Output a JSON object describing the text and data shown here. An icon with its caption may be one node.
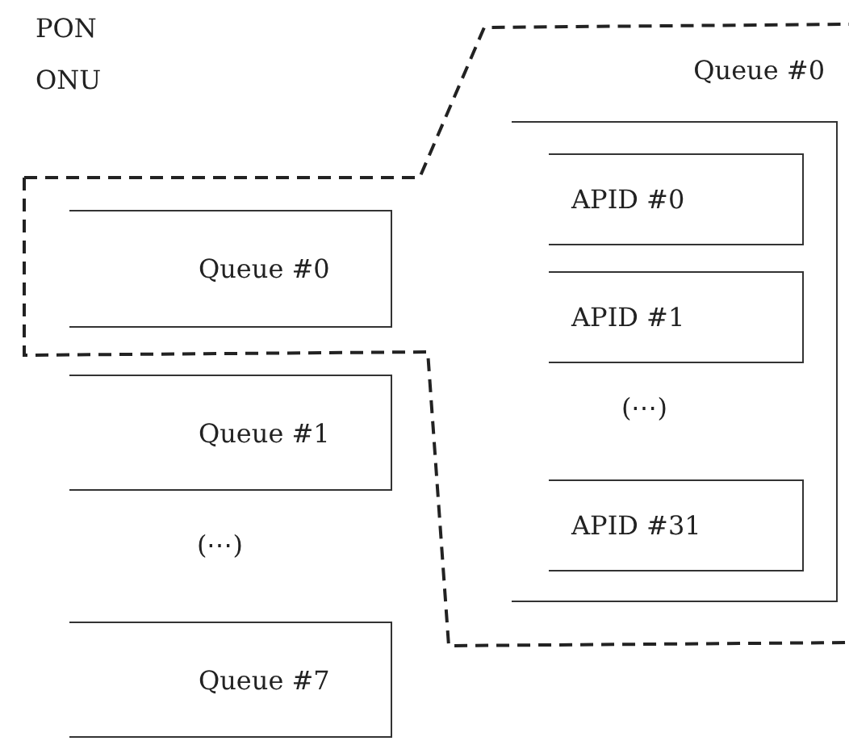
{
  "diagram": {
    "nodes": [
      {
        "text": [
          "Queue #0"
        ]
      },
      {
        "text": [
          "Queue #1"
        ]
      },
      {
        "text": [
          "Queue #7"
        ]
      },
      {
        "text": [
          "Queue #0"
        ]
      },
      {
        "text": [
          "APID #0"
        ],
        "in": 3
      },
      {
        "text": [
          "APID #1"
        ],
        "in": 3
      },
      {
        "text": [
          "APID #31"
        ],
        "in": 3
      }
    ],
    "edges": [],
    "labels": [
      "PON",
      "ONU",
      "(⋯)",
      "(⋯)"
    ]
  }
}
